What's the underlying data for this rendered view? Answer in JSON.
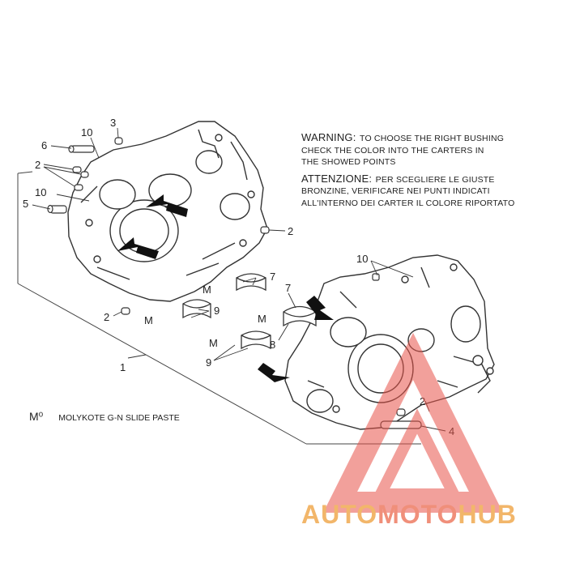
{
  "warning": {
    "en_lead": "WARNING:",
    "en_line1": "TO CHOOSE THE RIGHT BUSHING",
    "en_line2": "CHECK THE COLOR INTO THE CARTERS IN",
    "en_line3": "THE SHOWED POINTS",
    "it_lead": "ATTENZIONE:",
    "it_line1": "PER SCEGLIERE LE GIUSTE",
    "it_line2": "BRONZINE, VERIFICARE NEI PUNTI INDICATI",
    "it_line3": "ALL'INTERNO DEI CARTER IL COLORE RIPORTATO"
  },
  "legend": {
    "symbol": "M⁰",
    "text": "MOLYKOTE G-N SLIDE PASTE"
  },
  "callouts": {
    "c1": "1",
    "c2a": "2",
    "c2b": "2",
    "c2c": "2",
    "c2d": "2",
    "c3": "3",
    "c4": "4",
    "c5": "5",
    "c6": "6",
    "c7a": "7",
    "c7b": "7",
    "c8": "8",
    "c9a": "9",
    "c9b": "9",
    "c10a": "10",
    "c10b": "10",
    "c10c": "10",
    "ma": "M",
    "mb": "M",
    "mc": "M",
    "md": "M"
  },
  "watermark": {
    "part1": "AUTO",
    "part2": "MOTO",
    "part3": "HUB"
  },
  "colors": {
    "line": "#333333",
    "watermark_red": "#e8544a",
    "watermark_orange": "#f2b66a"
  }
}
